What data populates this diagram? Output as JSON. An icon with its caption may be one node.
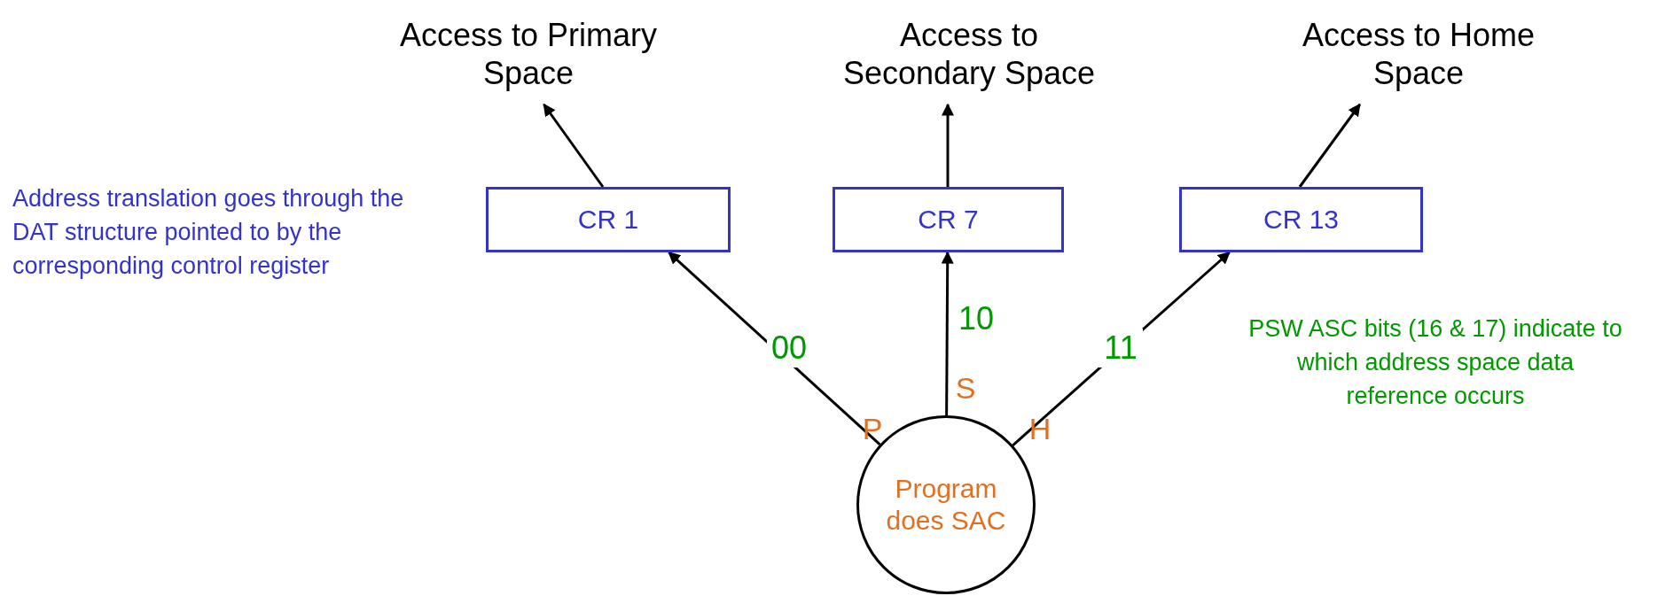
{
  "diagram": {
    "nodes": [
      {
        "text": [
          "Access to Primary Space"
        ]
      },
      {
        "text": [
          "Access to Secondary Space"
        ]
      },
      {
        "text": [
          "Access to Home Space"
        ]
      },
      {
        "text": [
          "CR 1"
        ]
      },
      {
        "text": [
          "CR 7"
        ]
      },
      {
        "text": [
          "CR 13"
        ]
      },
      {
        "text": [
          "Program does SAC"
        ]
      }
    ],
    "edges": [
      {
        "from": 3,
        "to": 0,
        "arrow": "to"
      },
      {
        "from": 4,
        "to": 1,
        "arrow": "to"
      },
      {
        "from": 5,
        "to": 2,
        "arrow": "to"
      },
      {
        "from": 6,
        "to": 3,
        "arrow": "to",
        "label": "00"
      },
      {
        "from": 6,
        "to": 4,
        "arrow": "to",
        "label": "10"
      },
      {
        "from": 6,
        "to": 5,
        "arrow": "to",
        "label": "11"
      }
    ],
    "labels": [
      "Address translation goes through the DAT structure pointed to by the corresponding control register",
      "P",
      "S",
      "H",
      "PSW ASC bits (16 & 17) indicate to which address space data reference occurs"
    ]
  }
}
